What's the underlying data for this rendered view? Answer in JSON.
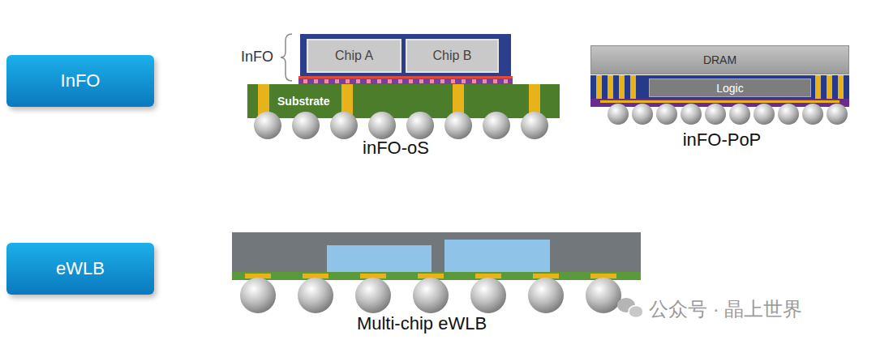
{
  "diagram": {
    "nodes": [
      {
        "text": [
          "InFO"
        ]
      },
      {
        "text": [
          "Chip A"
        ]
      },
      {
        "text": [
          "Chip B"
        ]
      },
      {
        "text": [
          "DRAM"
        ]
      },
      {
        "text": [
          "Logic"
        ]
      },
      {
        "text": [
          "Substrate"
        ]
      },
      {
        "text": [
          "eWLB"
        ]
      }
    ],
    "labels": [
      "InFO",
      "inFO-oS",
      "inFO-PoP",
      "Multi-chip eWLB",
      "公众号 · 晶上世界"
    ]
  }
}
